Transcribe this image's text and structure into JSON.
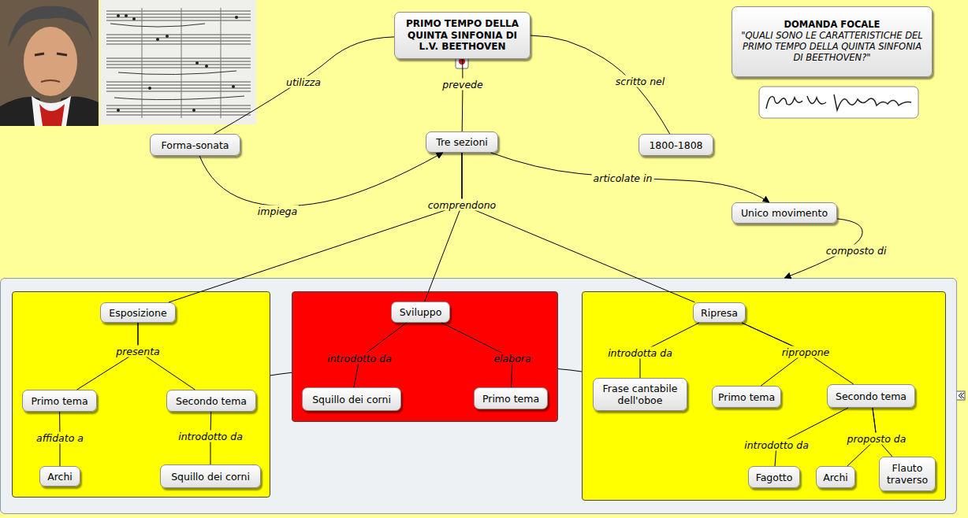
{
  "diagram": {
    "nodes": [
      {
        "text": [
          "PRIMO TEMPO DELLA QUINTA SINFONIA DI L.V. BEETHOVEN"
        ]
      },
      {
        "text": [
          "DOMANDA FOCALE",
          "\"QUALI SONO LE CARATTERISTICHE DEL PRIMO TEMPO DELLA QUINTA SINFONIA DI BEETHOVEN?\""
        ]
      },
      {
        "text": [
          "Forma-sonata"
        ]
      },
      {
        "text": [
          "Tre sezioni"
        ]
      },
      {
        "text": [
          "1800-1808"
        ]
      },
      {
        "text": [
          "Unico movimento"
        ]
      },
      {
        "text": []
      },
      {
        "text": [],
        "in": 6
      },
      {
        "text": [],
        "in": 6
      },
      {
        "text": [],
        "in": 6
      },
      {
        "text": [
          "Esposizione"
        ],
        "in": 7
      },
      {
        "text": [
          "Primo tema"
        ],
        "in": 7
      },
      {
        "text": [
          "Secondo tema"
        ],
        "in": 7
      },
      {
        "text": [
          "Archi"
        ],
        "in": 7
      },
      {
        "text": [
          "Squillo dei corni"
        ],
        "in": 7
      },
      {
        "text": [
          "Sviluppo"
        ],
        "in": 8
      },
      {
        "text": [
          "Squillo dei corni"
        ],
        "in": 8
      },
      {
        "text": [
          "Primo tema"
        ],
        "in": 8
      },
      {
        "text": [
          "Ripresa"
        ],
        "in": 9
      },
      {
        "text": [
          "Frase cantabile dell'oboe"
        ],
        "in": 9
      },
      {
        "text": [
          "Primo tema"
        ],
        "in": 9
      },
      {
        "text": [
          "Secondo tema"
        ],
        "in": 9
      },
      {
        "text": [
          "Fagotto"
        ],
        "in": 9
      },
      {
        "text": [
          "Archi"
        ],
        "in": 9
      },
      {
        "text": [
          "Flauto traverso"
        ],
        "in": 9
      }
    ],
    "edges": [
      {
        "from": 0,
        "to": 2,
        "label": "utilizza",
        "arrow": "none"
      },
      {
        "from": 0,
        "to": 3,
        "label": "prevede",
        "arrow": "none"
      },
      {
        "from": 0,
        "to": 4,
        "label": "scritto nel",
        "arrow": "none"
      },
      {
        "from": 2,
        "to": 3,
        "label": "impiega",
        "arrow": "to"
      },
      {
        "from": 3,
        "to": 5,
        "label": "articolate in",
        "arrow": "to"
      },
      {
        "from": 5,
        "to": 6,
        "label": "composto di",
        "arrow": "to"
      },
      {
        "from": 3,
        "to": 10,
        "arrow": "none"
      },
      {
        "from": 3,
        "to": 15,
        "label": "comprendono",
        "arrow": "none"
      },
      {
        "from": 3,
        "to": 18,
        "arrow": "none"
      },
      {
        "from": 10,
        "to": 11,
        "label": "presenta",
        "arrow": "none"
      },
      {
        "from": 10,
        "to": 12,
        "arrow": "none"
      },
      {
        "from": 11,
        "to": 13,
        "label": "affidato a",
        "arrow": "none"
      },
      {
        "from": 12,
        "to": 14,
        "label": "introdotto da",
        "arrow": "none"
      },
      {
        "from": 15,
        "to": 16,
        "label": "introdotto da",
        "arrow": "none"
      },
      {
        "from": 15,
        "to": 17,
        "label": "elabora",
        "arrow": "none"
      },
      {
        "from": 18,
        "to": 19,
        "label": "introdotta da",
        "arrow": "none"
      },
      {
        "from": 18,
        "to": 20,
        "label": "ripropone",
        "arrow": "none"
      },
      {
        "from": 18,
        "to": 21,
        "arrow": "none"
      },
      {
        "from": 21,
        "to": 22,
        "label": "introdotto da",
        "arrow": "none"
      },
      {
        "from": 21,
        "to": 23,
        "label": "proposto da",
        "arrow": "none"
      },
      {
        "from": 21,
        "to": 24,
        "arrow": "none"
      },
      {
        "from": 7,
        "to": 8,
        "arrow": "none"
      },
      {
        "from": 8,
        "to": 9,
        "arrow": "none"
      }
    ]
  }
}
